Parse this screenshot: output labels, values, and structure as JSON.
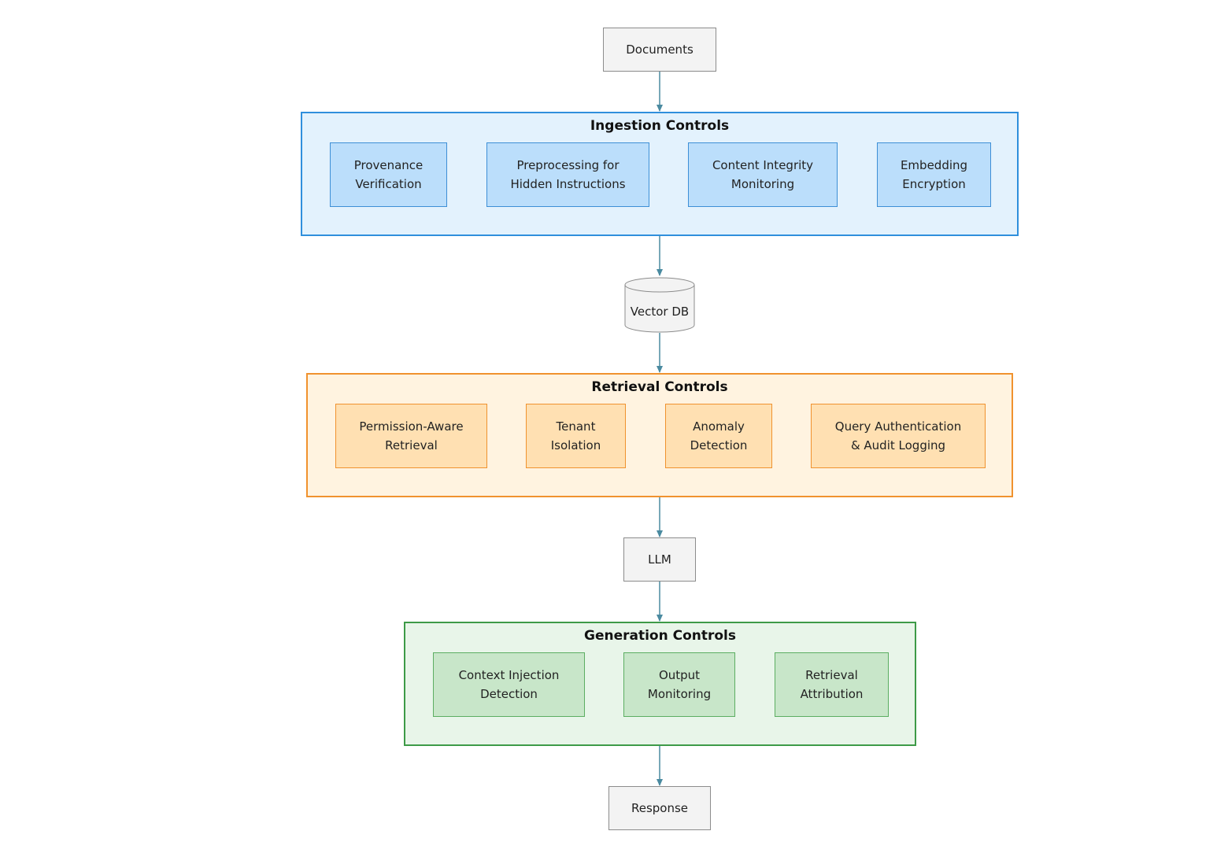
{
  "colors": {
    "connector": "#4a8aa0",
    "ingestion_fill": "#e3f2fd",
    "ingestion_border": "#2f8fdc",
    "retrieval_fill": "#fff3e0",
    "retrieval_border": "#f0922e",
    "generation_fill": "#e8f5e9",
    "generation_border": "#3d9a47",
    "plain_node_fill": "#f3f3f3",
    "plain_node_border": "#8c8c8c"
  },
  "nodes": {
    "documents": "Documents",
    "vector_db": "Vector DB",
    "llm": "LLM",
    "response": "Response"
  },
  "groups": {
    "ingestion": {
      "title": "Ingestion Controls",
      "items": [
        "Provenance\nVerification",
        "Preprocessing for\nHidden Instructions",
        "Content Integrity\nMonitoring",
        "Embedding\nEncryption"
      ]
    },
    "retrieval": {
      "title": "Retrieval Controls",
      "items": [
        "Permission-Aware\nRetrieval",
        "Tenant\nIsolation",
        "Anomaly\nDetection",
        "Query Authentication\n& Audit Logging"
      ]
    },
    "generation": {
      "title": "Generation Controls",
      "items": [
        "Context Injection\nDetection",
        "Output\nMonitoring",
        "Retrieval\nAttribution"
      ]
    }
  }
}
